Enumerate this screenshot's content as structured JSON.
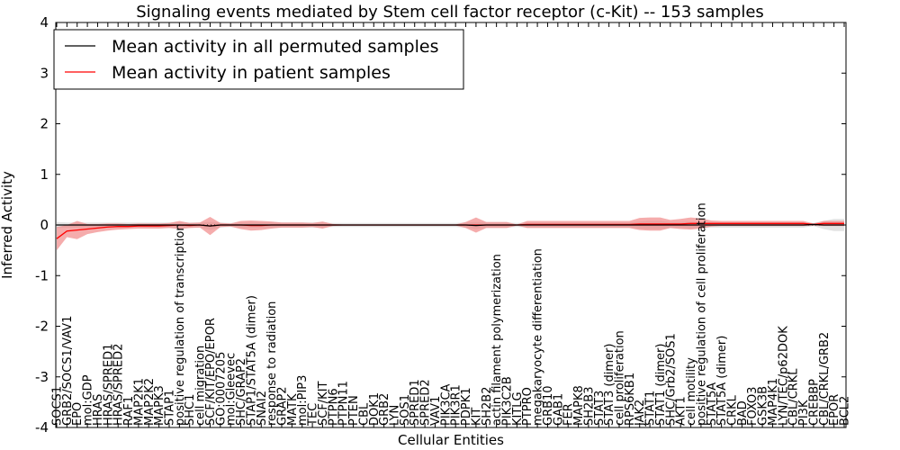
{
  "chart_data": {
    "type": "line",
    "title": "Signaling events mediated by Stem cell factor receptor (c-Kit) -- 153 samples",
    "xlabel": "Cellular Entities",
    "ylabel": "Inferred Activity",
    "ylim": [
      -4,
      4
    ],
    "yticks": [
      "-4",
      "-3",
      "-2",
      "-1",
      "0",
      "1",
      "2",
      "3",
      "4"
    ],
    "grid": false,
    "legend_placement": "top-left",
    "categories": [
      "SOCS1",
      "GRB2/SOCS1/VAV1",
      "EPO",
      "mol:GDP",
      "HRAS",
      "HRAS/SPRED1",
      "HRAS/SPRED2",
      "RAF1",
      "MAP2K1",
      "MAP2K2",
      "MAPK3",
      "STAP1",
      "positive regulation of transcription",
      "SHC1",
      "cell migration",
      "SCF/KIT/EPO/EPOR",
      "GO:0007205",
      "mol:Gleevec",
      "SHC/GRAP2",
      "STAP1/STAT5A (dimer)",
      "SNAI2",
      "response to radiation",
      "GRAP2",
      "MATK",
      "mol:PIP3",
      "TEC",
      "SCF/KIT",
      "PTPN6",
      "PTPN11",
      "PTEN",
      "CBL",
      "DOK1",
      "GRB2",
      "LYN",
      "SOS1",
      "SPRED1",
      "SPRED2",
      "VAV1",
      "PIK3CA",
      "PIK3R1",
      "PDPK1",
      "KIT",
      "SH2B2",
      "actin filament polymerization",
      "PIK3C2B",
      "KITLG",
      "PTPRO",
      "megakaryocyte differentiation",
      "GRB10",
      "GAB1",
      "FER",
      "MAPK8",
      "SH2B3",
      "STAT3",
      "STAT3 (dimer)",
      "cell proliferation",
      "RPS6KB1",
      "JAK2",
      "STAT1",
      "STAT1 (dimer)",
      "SHC/Grb2/SOS1",
      "AKT1",
      "cell motility",
      "positive regulation of cell proliferation",
      "STAT5A",
      "STAT5A (dimer)",
      "CRKL",
      "BAD",
      "FOXO3",
      "GSK3B",
      "MAP4K1",
      "LYN/TEC/p62DOK",
      "CBL/CRKL",
      "PI3K",
      "CREBBP",
      "CBL/CRKL/GRB2",
      "EPOR",
      "BCL2"
    ],
    "series": [
      {
        "name": "Mean activity in all permuted samples",
        "color": "#000000",
        "band_color": "#cccccc",
        "values": [
          0,
          0,
          0,
          0,
          0,
          0,
          0,
          0,
          0,
          0,
          0,
          0,
          0,
          0,
          0,
          -0.02,
          0,
          0,
          0,
          0,
          0,
          0,
          0,
          0,
          0,
          0,
          0,
          0,
          0,
          0,
          0,
          0,
          0,
          0,
          0,
          0,
          0,
          0,
          0,
          0,
          0,
          -0.01,
          0,
          0,
          0,
          0,
          0,
          0,
          0,
          0,
          0,
          0,
          0,
          0,
          0,
          0,
          0,
          0,
          0,
          0,
          0,
          0,
          0,
          0,
          0,
          0,
          0,
          0,
          0,
          0,
          0,
          0,
          0,
          0,
          0.01,
          0,
          0,
          0
        ],
        "spread": [
          0.06,
          0.05,
          0.05,
          0.05,
          0.05,
          0.05,
          0.05,
          0.05,
          0.05,
          0.05,
          0.05,
          0.05,
          0.05,
          0.05,
          0.05,
          0.08,
          0.05,
          0.04,
          0.05,
          0.05,
          0.05,
          0.05,
          0.05,
          0.05,
          0.05,
          0.05,
          0.05,
          0.04,
          0.04,
          0.04,
          0.04,
          0.04,
          0.04,
          0.04,
          0.04,
          0.04,
          0.04,
          0.04,
          0.04,
          0.04,
          0.05,
          0.07,
          0.05,
          0.05,
          0.05,
          0.04,
          0.05,
          0.05,
          0.05,
          0.05,
          0.05,
          0.05,
          0.05,
          0.05,
          0.05,
          0.05,
          0.05,
          0.07,
          0.08,
          0.08,
          0.06,
          0.06,
          0.07,
          0.06,
          0.05,
          0.05,
          0.05,
          0.05,
          0.05,
          0.05,
          0.05,
          0.05,
          0.05,
          0.05,
          0.03,
          0.08,
          0.12,
          0.12
        ]
      },
      {
        "name": "Mean activity in patient samples",
        "color": "#ff0000",
        "band_color": "#f08080",
        "values": [
          -0.27,
          -0.12,
          -0.1,
          -0.08,
          -0.06,
          -0.04,
          -0.03,
          -0.03,
          -0.02,
          -0.02,
          -0.02,
          -0.01,
          0,
          -0.01,
          0,
          -0.02,
          0,
          0,
          0,
          -0.01,
          -0.01,
          0,
          0,
          0,
          0,
          0,
          0,
          0,
          0,
          0,
          0,
          0,
          0,
          0,
          0,
          0,
          0,
          0,
          0,
          0,
          0,
          0,
          0,
          0,
          0,
          0,
          0.01,
          0.01,
          0.01,
          0.01,
          0.01,
          0.01,
          0.01,
          0.01,
          0.01,
          0.01,
          0.01,
          0.02,
          0.02,
          0.02,
          0.02,
          0.02,
          0.03,
          0.03,
          0.03,
          0.03,
          0.03,
          0.03,
          0.03,
          0.03,
          0.03,
          0.03,
          0.03,
          0.03,
          0.01,
          0.03,
          0.03,
          0.03
        ],
        "spread": [
          0.23,
          0.12,
          0.18,
          0.1,
          0.08,
          0.07,
          0.06,
          0.05,
          0.05,
          0.05,
          0.05,
          0.05,
          0.08,
          0.05,
          0.05,
          0.18,
          0.04,
          0.03,
          0.08,
          0.1,
          0.09,
          0.07,
          0.05,
          0.05,
          0.05,
          0.04,
          0.07,
          0.02,
          0.01,
          0.01,
          0.01,
          0.01,
          0.01,
          0.01,
          0.01,
          0.01,
          0.01,
          0.01,
          0.01,
          0.01,
          0.06,
          0.15,
          0.06,
          0.06,
          0.06,
          0.01,
          0.07,
          0.07,
          0.07,
          0.07,
          0.07,
          0.07,
          0.07,
          0.07,
          0.07,
          0.07,
          0.07,
          0.12,
          0.13,
          0.13,
          0.08,
          0.1,
          0.12,
          0.1,
          0.06,
          0.05,
          0.05,
          0.05,
          0.05,
          0.05,
          0.05,
          0.05,
          0.05,
          0.05,
          0.02,
          0.05,
          0.05,
          0.05
        ]
      }
    ]
  }
}
